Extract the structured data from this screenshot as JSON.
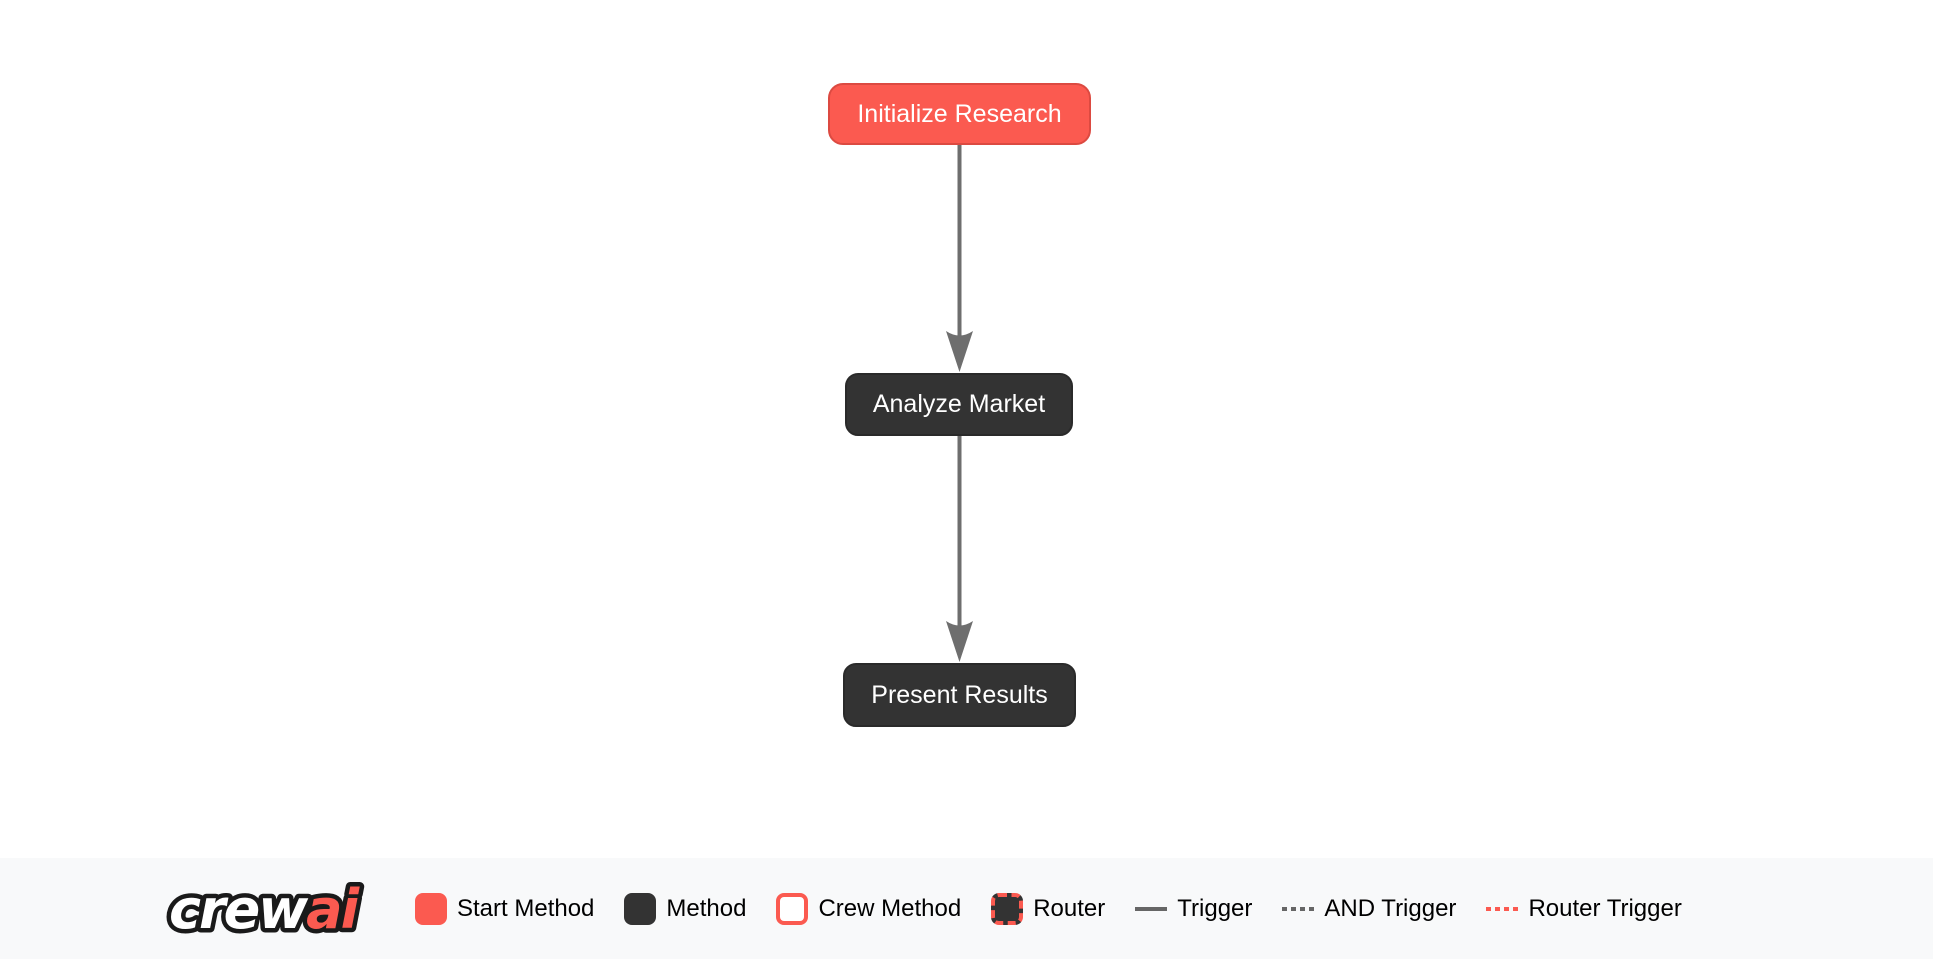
{
  "diagram": {
    "nodes": [
      {
        "id": "initialize_research",
        "label": "Initialize Research",
        "type": "start-method"
      },
      {
        "id": "analyze_market",
        "label": "Analyze Market",
        "type": "method"
      },
      {
        "id": "present_results",
        "label": "Present Results",
        "type": "method"
      }
    ],
    "edges": [
      {
        "from": "initialize_research",
        "to": "analyze_market",
        "type": "trigger"
      },
      {
        "from": "analyze_market",
        "to": "present_results",
        "type": "trigger"
      }
    ]
  },
  "footer": {
    "logo": {
      "part1": "crew",
      "part2": "ai"
    },
    "legend": {
      "items": [
        {
          "label": "Start Method",
          "swatch": "start-method-swatch"
        },
        {
          "label": "Method",
          "swatch": "method-swatch"
        },
        {
          "label": "Crew Method",
          "swatch": "crew-method-swatch"
        },
        {
          "label": "Router",
          "swatch": "router-swatch"
        },
        {
          "label": "Trigger",
          "swatch": "trigger-line"
        },
        {
          "label": "AND Trigger",
          "swatch": "and-trigger-line"
        },
        {
          "label": "Router Trigger",
          "swatch": "router-trigger-line"
        }
      ]
    }
  },
  "colors": {
    "start_method": "#FB5A50",
    "method": "#333333",
    "edge": "#6E6E6E",
    "router_accent": "#FB5A50",
    "footer_bg": "#F8F9FA",
    "node_text": "#FFFFFF",
    "legend_text": "#000000",
    "canvas_bg": "#FFFFFF"
  }
}
